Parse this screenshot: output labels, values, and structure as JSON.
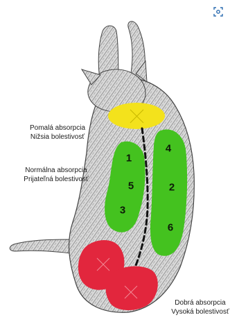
{
  "toolbar": {
    "lens_icon": "visual-search-icon"
  },
  "labels": {
    "slow": {
      "line1": "Pomalá absorpcia",
      "line2": "Nižsia bolestivosť"
    },
    "normal": {
      "line1": "Normálna absorpcia",
      "line2": "Prijateľná bolestivosť"
    },
    "good": {
      "line1": "Dobrá absorpcia",
      "line2": "Vysoká bolestivosť"
    }
  },
  "zones": {
    "numbers": [
      "1",
      "2",
      "3",
      "4",
      "5",
      "6"
    ]
  },
  "colors": {
    "slow_zone": "#f3e21c",
    "normal_zone": "#44c21f",
    "good_zone": "#e2263d",
    "spine": "#111111"
  }
}
